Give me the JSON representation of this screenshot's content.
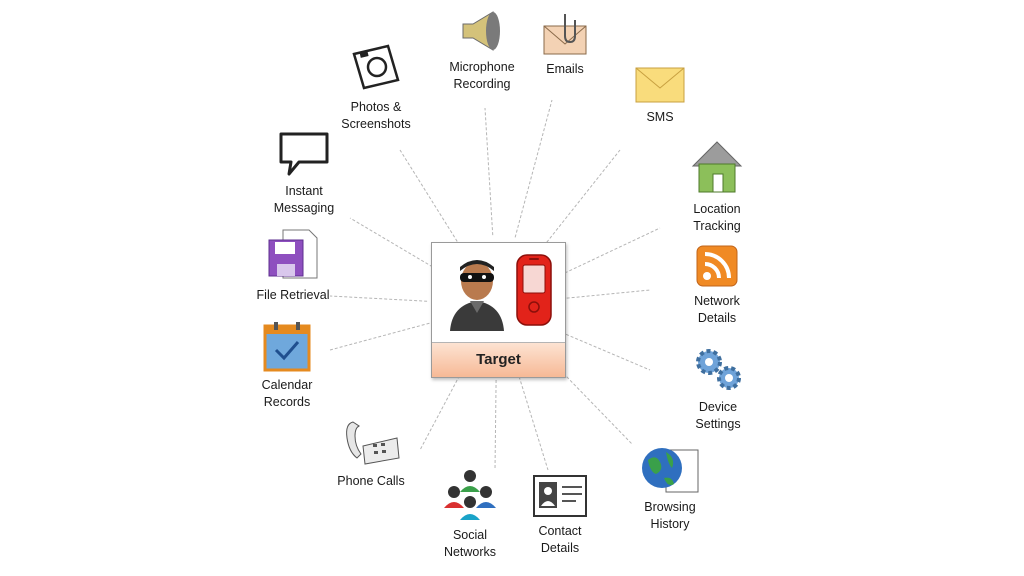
{
  "center": {
    "label": "Target",
    "icons": [
      "spy-icon",
      "phone-icon"
    ]
  },
  "nodes": [
    {
      "id": "microphone",
      "label": "Microphone\nRecording",
      "icon": "speaker-icon"
    },
    {
      "id": "emails",
      "label": "Emails",
      "icon": "envelope-clip-icon"
    },
    {
      "id": "sms",
      "label": "SMS",
      "icon": "envelope-icon"
    },
    {
      "id": "location",
      "label": "Location\nTracking",
      "icon": "house-icon"
    },
    {
      "id": "network",
      "label": "Network\nDetails",
      "icon": "rss-icon"
    },
    {
      "id": "device",
      "label": "Device\nSettings",
      "icon": "gears-icon"
    },
    {
      "id": "browsing",
      "label": "Browsing\nHistory",
      "icon": "globe-page-icon"
    },
    {
      "id": "contact",
      "label": "Contact\nDetails",
      "icon": "contact-card-icon"
    },
    {
      "id": "social",
      "label": "Social\nNetworks",
      "icon": "people-network-icon"
    },
    {
      "id": "phone",
      "label": "Phone Calls",
      "icon": "telephone-icon"
    },
    {
      "id": "calendar",
      "label": "Calendar\nRecords",
      "icon": "calendar-icon"
    },
    {
      "id": "file",
      "label": "File Retrieval",
      "icon": "floppy-file-icon"
    },
    {
      "id": "im",
      "label": "Instant\nMessaging",
      "icon": "speech-bubble-icon"
    },
    {
      "id": "photos",
      "label": "Photos &\nScreenshots",
      "icon": "camera-icon"
    }
  ],
  "colors": {
    "connector": "#b5b5b5",
    "target_fill": "#f8c6a8",
    "target_border": "#9a9a9a"
  }
}
